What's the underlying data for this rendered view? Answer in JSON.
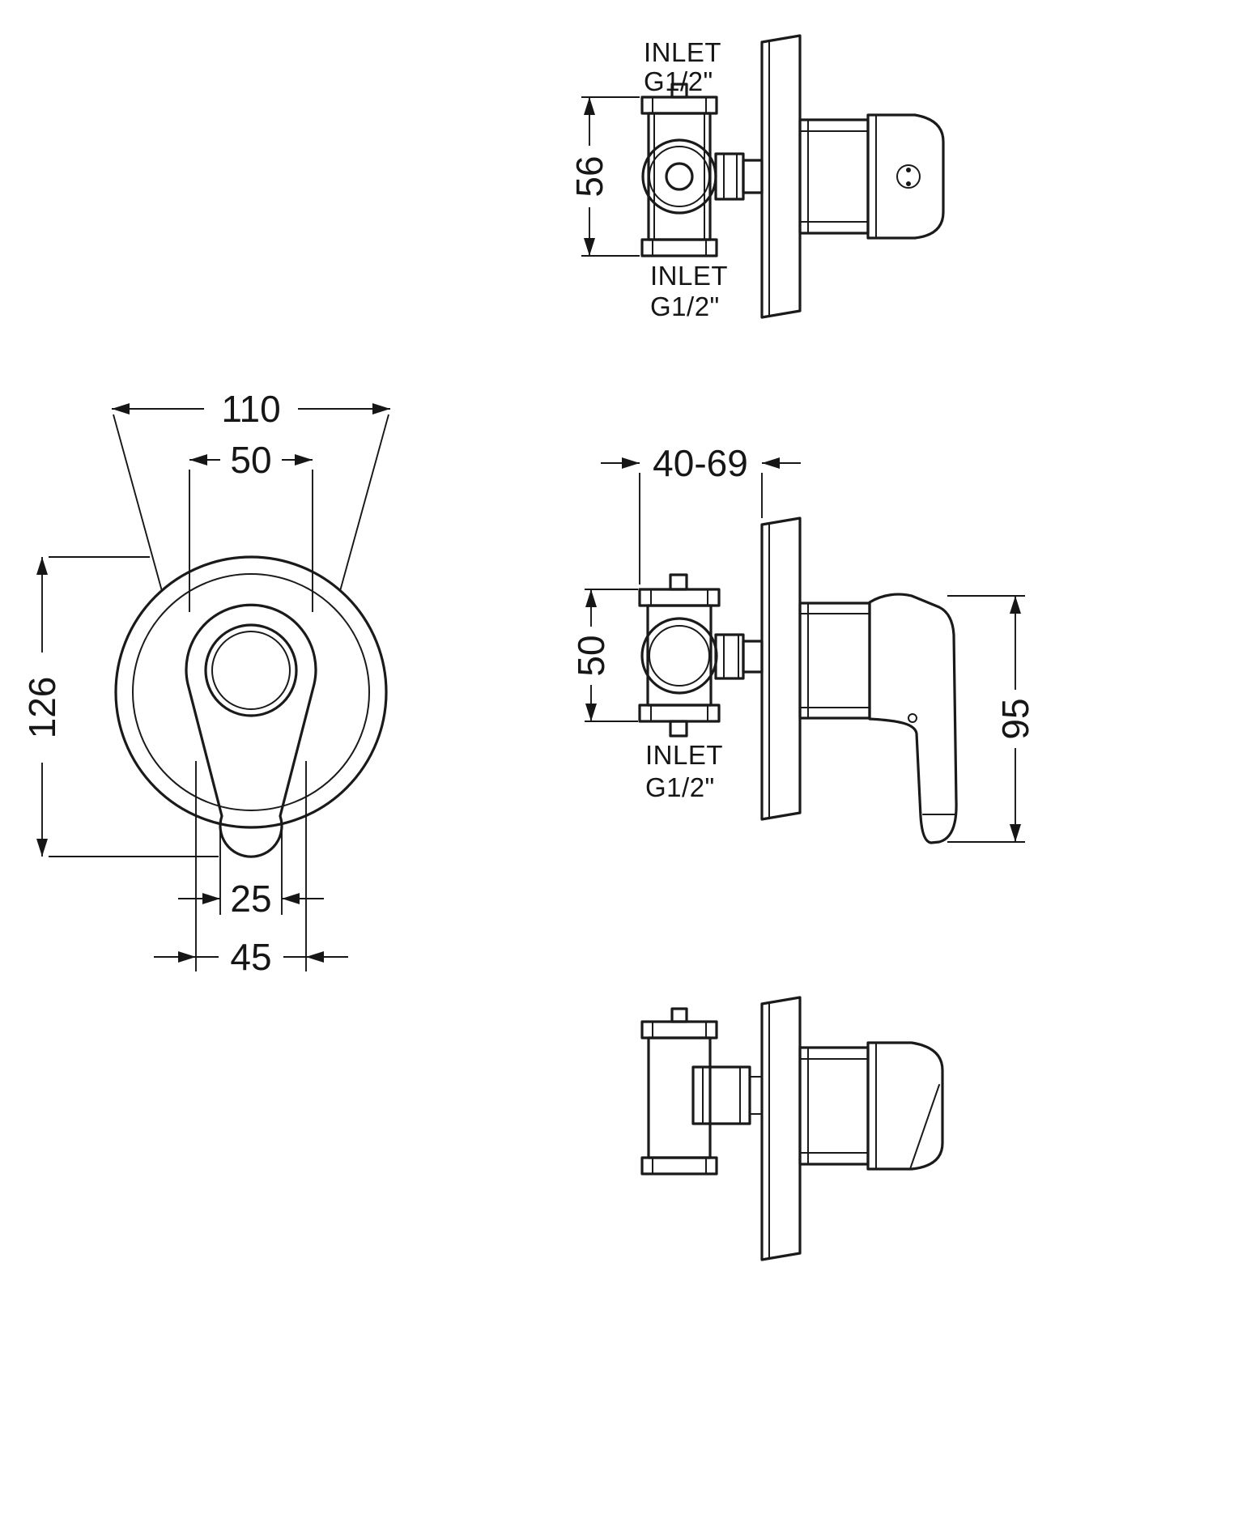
{
  "drawing": {
    "top_view": {
      "inlet_top": {
        "line1": "INLET",
        "line2": "G1/2\""
      },
      "inlet_bottom": {
        "line1": "INLET",
        "line2": "G1/2\""
      },
      "dims": {
        "depth": "56"
      }
    },
    "front_view": {
      "dims": {
        "plate_diameter": "110",
        "handle_hub_width": "50",
        "overall_height": "126",
        "handle_tip_width": "25",
        "handle_base_width": "45"
      }
    },
    "side_view": {
      "inlet": {
        "line1": "INLET",
        "line2": "G1/2\""
      },
      "dims": {
        "recess_depth_range": "40-69",
        "body_height": "50",
        "handle_length": "95"
      }
    }
  }
}
